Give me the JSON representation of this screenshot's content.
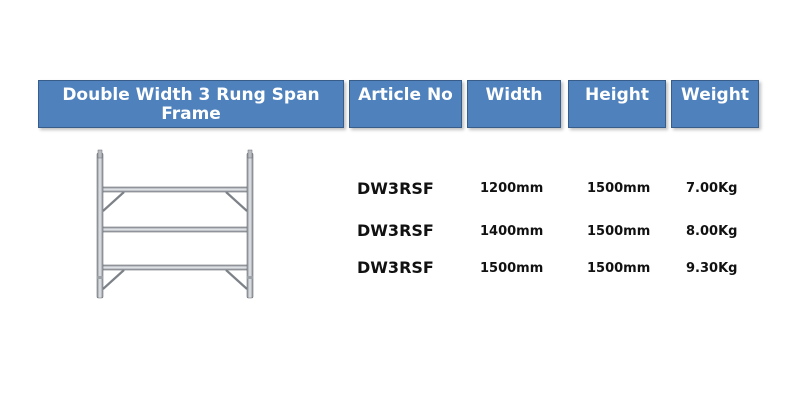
{
  "headers": {
    "description": [
      "Double Width 3 Rung Span",
      "Frame"
    ],
    "article_no": "Article No",
    "width": "Width",
    "height": "Height",
    "weight": "Weight"
  },
  "rows": [
    {
      "article": "DW3RSF",
      "width": "1200mm",
      "height": "1500mm",
      "weight": "7.00Kg"
    },
    {
      "article": "DW3RSF",
      "width": "1400mm",
      "height": "1500mm",
      "weight": "8.00Kg"
    },
    {
      "article": "DW3RSF",
      "width": "1500mm",
      "height": "1500mm",
      "weight": "9.30Kg"
    }
  ],
  "image": {
    "icon": "scaffold-frame-icon"
  },
  "colors": {
    "header_bg": "#4f81bd",
    "header_border": "#385d8a",
    "header_text": "#ffffff"
  }
}
